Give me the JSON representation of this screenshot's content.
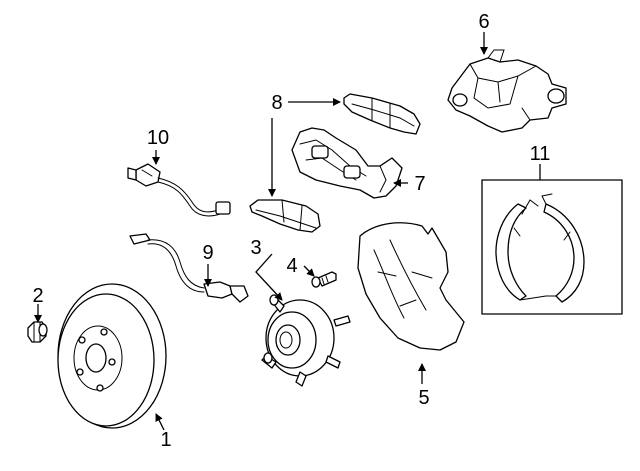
{
  "diagram": {
    "title": "Rear brake components exploded view",
    "callouts": [
      {
        "id": "1",
        "label": "1"
      },
      {
        "id": "2",
        "label": "2"
      },
      {
        "id": "3",
        "label": "3"
      },
      {
        "id": "4",
        "label": "4"
      },
      {
        "id": "5",
        "label": "5"
      },
      {
        "id": "6",
        "label": "6"
      },
      {
        "id": "7",
        "label": "7"
      },
      {
        "id": "8",
        "label": "8"
      },
      {
        "id": "9",
        "label": "9"
      },
      {
        "id": "10",
        "label": "10"
      },
      {
        "id": "11",
        "label": "11"
      }
    ],
    "colors": {
      "line": "#000000",
      "background": "#ffffff"
    }
  }
}
